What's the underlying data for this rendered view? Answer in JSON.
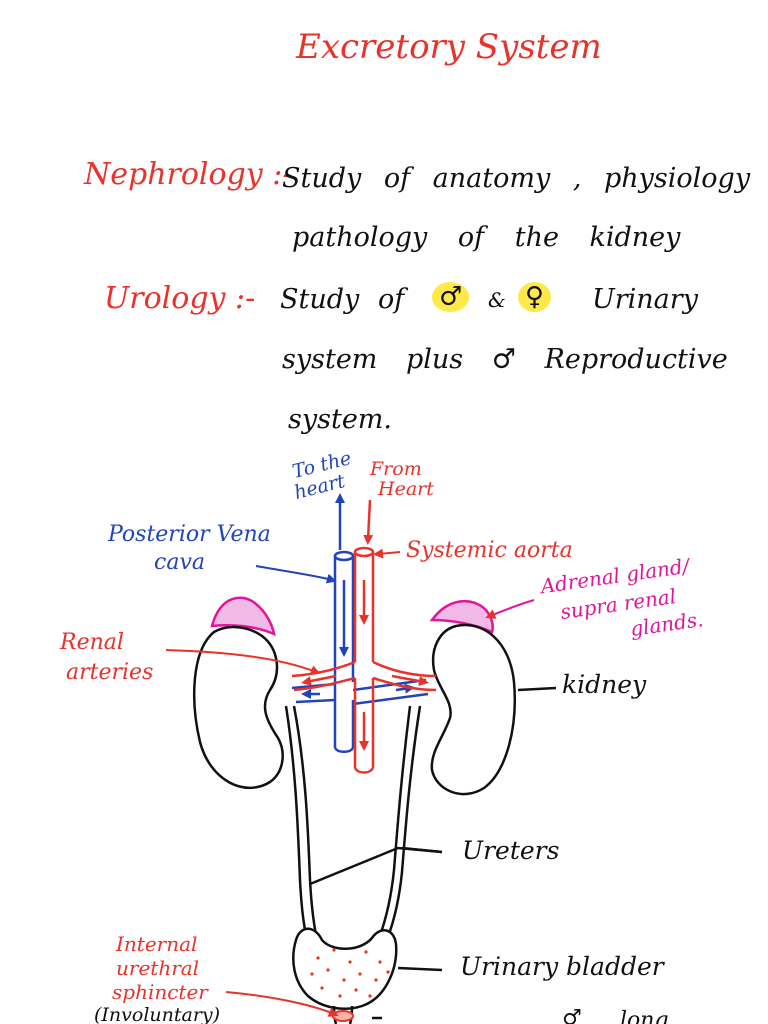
{
  "title": "Excretory System",
  "nephrology": {
    "term": "Nephrology :-",
    "line1": "Study of anatomy , physiology &",
    "line2": "pathology of the kidney"
  },
  "urology": {
    "term": "Urology :-",
    "study": "Study",
    "of": "of",
    "male": "♂",
    "and": "&",
    "female": "♀",
    "urinary": "Urinary",
    "line2": "system plus ♂ Reproductive",
    "line3": "system."
  },
  "diagram": {
    "to_the_heart": [
      "To the",
      "heart"
    ],
    "from_heart": [
      "From",
      "Heart"
    ],
    "posterior_vena_cava": [
      "Posterior Vena",
      "cava"
    ],
    "systemic_aorta": "Systemic aorta",
    "adrenal_gland": [
      "Adrenal gland/",
      "supra renal",
      "glands."
    ],
    "renal_arteries": [
      "Renal",
      "arteries"
    ],
    "kidney": "kidney",
    "ureters": "Ureters",
    "internal_urethral_sphincter": [
      "Internal",
      "urethral",
      "sphincter",
      "(Involuntary)"
    ],
    "urinary_bladder": "Urinary bladder",
    "bottom_male": "♂",
    "bottom_long": "long"
  },
  "colors": {
    "red": "#e8322a",
    "blue": "#2244bb",
    "magenta": "#e0169a",
    "ink": "#111111",
    "highlight": "#ffe84a"
  }
}
